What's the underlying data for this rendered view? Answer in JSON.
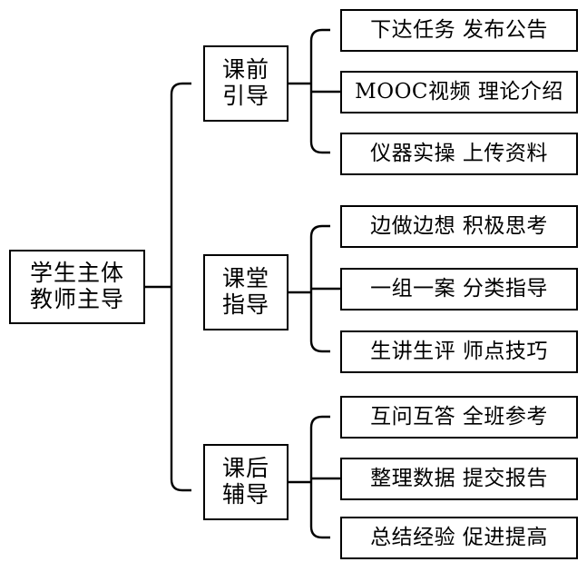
{
  "diagram": {
    "type": "tree-flowchart",
    "orientation": "left-to-right",
    "colors": {
      "background": "#ffffff",
      "stroke": "#000000",
      "text": "#000000"
    },
    "root": {
      "label": "学生主体\n教师主导"
    },
    "branches": [
      {
        "label": "课前\n引导",
        "leaves": [
          {
            "label": "下达任务 发布公告"
          },
          {
            "label": "MOOC视频 理论介绍"
          },
          {
            "label": "仪器实操 上传资料"
          }
        ]
      },
      {
        "label": "课堂\n指导",
        "leaves": [
          {
            "label": "边做边想 积极思考"
          },
          {
            "label": "一组一案 分类指导"
          },
          {
            "label": "生讲生评 师点技巧"
          }
        ]
      },
      {
        "label": "课后\n辅导",
        "leaves": [
          {
            "label": "互问互答 全班参考"
          },
          {
            "label": "整理数据 提交报告"
          },
          {
            "label": "总结经验 促进提高"
          }
        ]
      }
    ]
  }
}
